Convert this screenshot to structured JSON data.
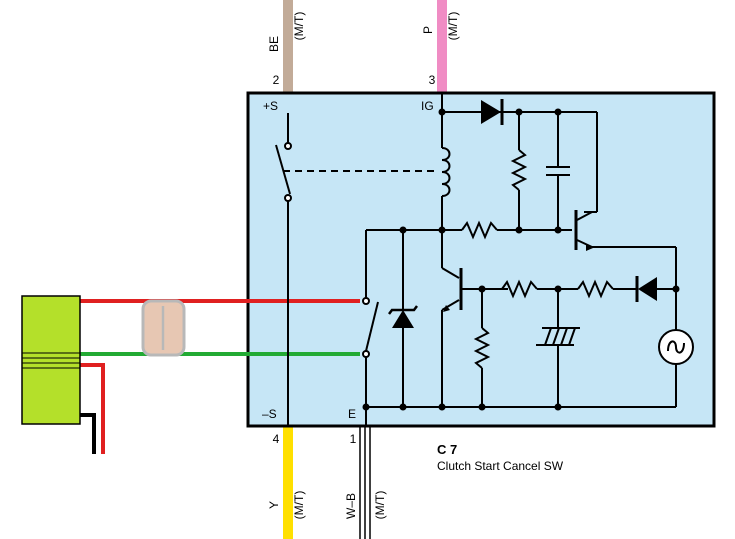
{
  "wires": {
    "top_left": {
      "color_code": "BE",
      "note": "(M/T)",
      "pin": "2",
      "color": "#c2ab98"
    },
    "top_right": {
      "color_code": "P",
      "note": "(M/T)",
      "pin": "3",
      "color": "#f08cc4"
    },
    "bottom_left": {
      "color_code": "Y",
      "note": "(M/T)",
      "pin": "4",
      "color": "#ffe000"
    },
    "bottom_right": {
      "color_code": "W–B",
      "note": "(M/T)",
      "pin": "1",
      "color": "#000000"
    }
  },
  "terminals": {
    "s_plus": "+S",
    "ig": "IG",
    "s_minus": "–S",
    "e": "E"
  },
  "component": {
    "code": "C 7",
    "name": "Clutch Start Cancel SW"
  },
  "colors": {
    "box_fill": "#c6e6f6",
    "connector_fill": "#b4e02a",
    "wire_red": "#e02020",
    "wire_green": "#22aa33",
    "lens_fill": "#e7c7b3"
  }
}
